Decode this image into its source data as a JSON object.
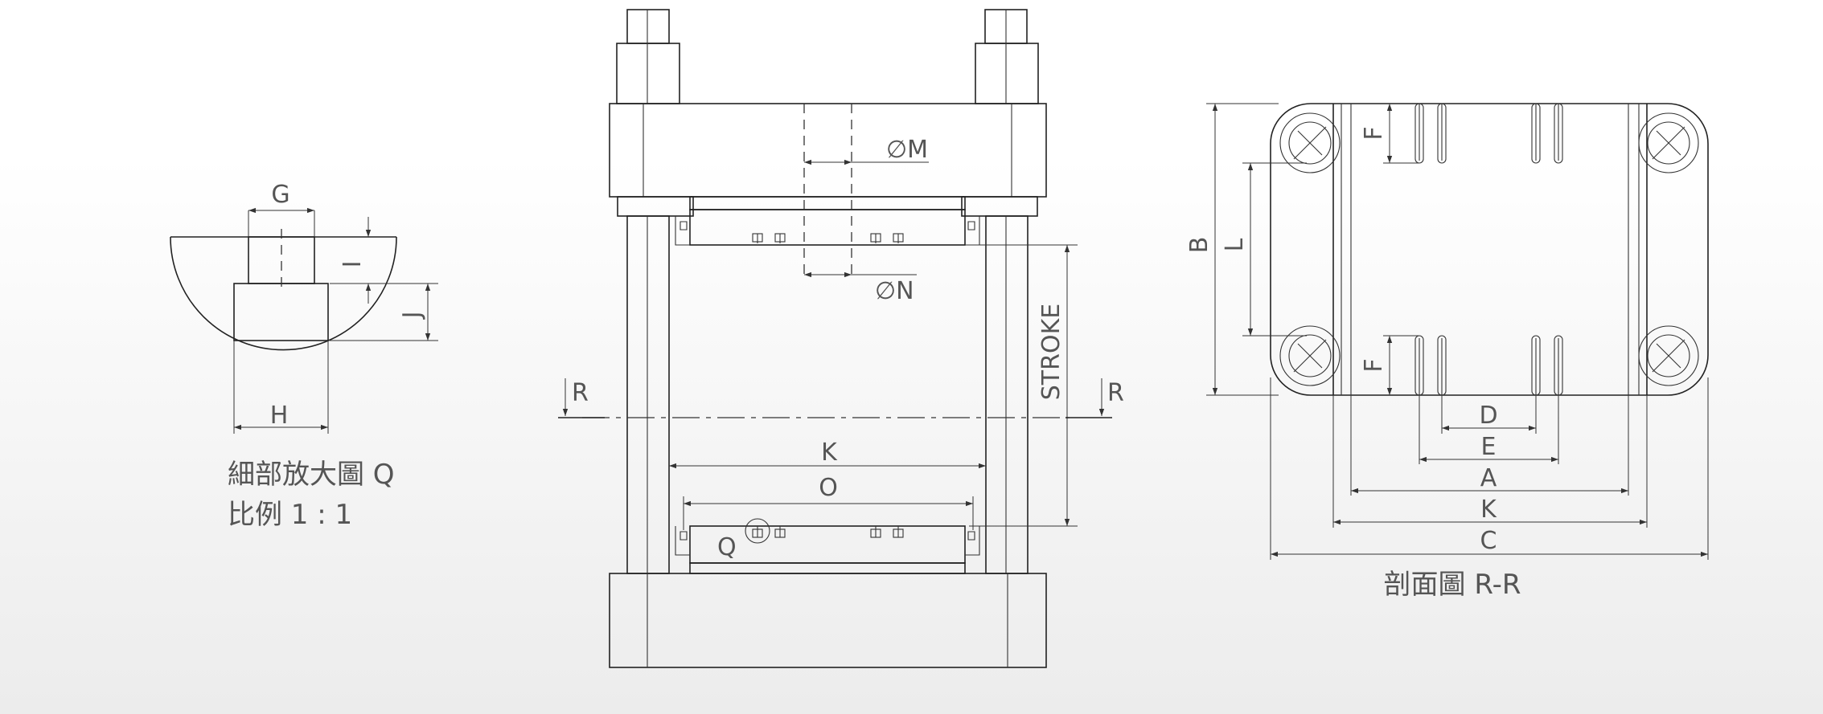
{
  "detail": {
    "labels": {
      "g": "G",
      "i": "I",
      "j": "J",
      "h": "H"
    },
    "caption_line1": "細部放大圖 Q",
    "caption_line2": "比例 1 : 1"
  },
  "press": {
    "labels": {
      "m": "∅M",
      "n": "∅N",
      "stroke": "STROKE",
      "r_left": "R",
      "r_right": "R",
      "k": "K",
      "o": "O",
      "q": "Q"
    }
  },
  "section": {
    "labels": {
      "b": "B",
      "l": "L",
      "f_top": "F",
      "f_bottom": "F",
      "d": "D",
      "e": "E",
      "a": "A",
      "k": "K",
      "c": "C"
    },
    "caption": "剖面圖 R-R"
  }
}
